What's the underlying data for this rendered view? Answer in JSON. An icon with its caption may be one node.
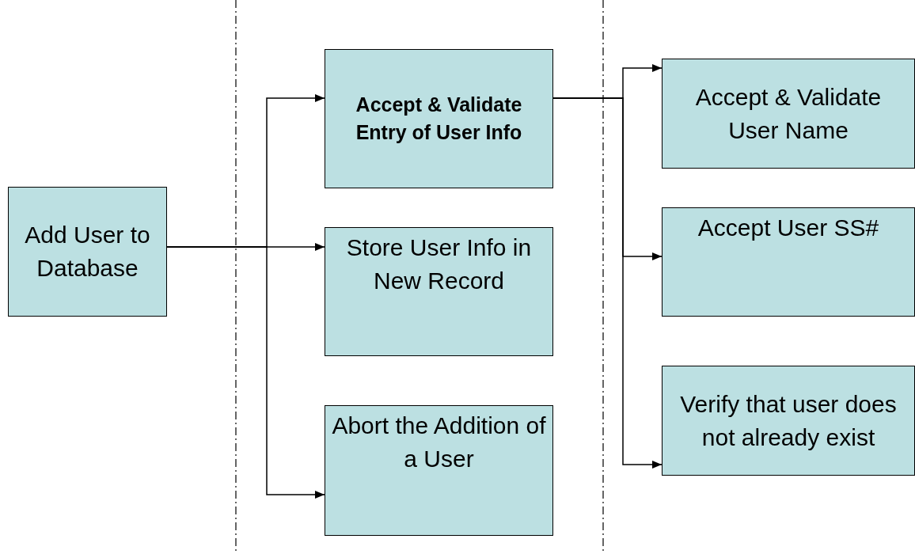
{
  "diagram": {
    "nodes": [
      {
        "text": [
          "Add User to Database"
        ]
      },
      {
        "text": [
          "Accept & Validate Entry of User Info"
        ]
      },
      {
        "text": [
          "Store User Info in New Record"
        ]
      },
      {
        "text": [
          "Abort the Addition of a User"
        ]
      },
      {
        "text": [
          "Accept & Validate User Name"
        ]
      },
      {
        "text": [
          "Accept User SS#"
        ]
      },
      {
        "text": [
          "Verify that user does not already exist"
        ]
      }
    ],
    "edges": [
      {
        "from": 0,
        "to": 1,
        "arrow": "to"
      },
      {
        "from": 0,
        "to": 2,
        "arrow": "to"
      },
      {
        "from": 0,
        "to": 3,
        "arrow": "to"
      },
      {
        "from": 1,
        "to": 4,
        "arrow": "to"
      },
      {
        "from": 1,
        "to": 5,
        "arrow": "to"
      },
      {
        "from": 1,
        "to": 6,
        "arrow": "to"
      }
    ]
  }
}
